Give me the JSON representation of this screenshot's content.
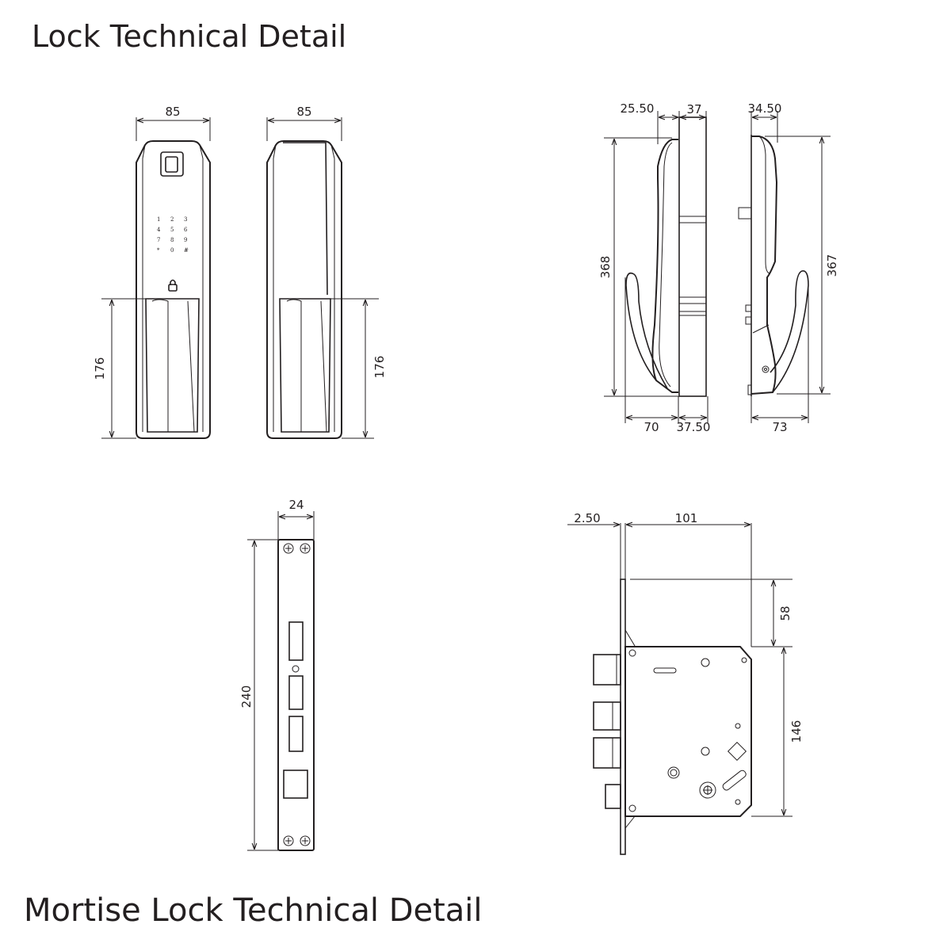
{
  "titles": {
    "lock": "Lock Technical Detail",
    "mortise": "Mortise Lock Technical Detail"
  },
  "front_view": {
    "width": "85",
    "handle_height": "176",
    "keypad": [
      "1",
      "2",
      "3",
      "4",
      "5",
      "6",
      "7",
      "8",
      "9",
      "*",
      "0",
      "#"
    ]
  },
  "back_view": {
    "width": "85",
    "handle_height": "176"
  },
  "side_view_left": {
    "top_offset": "25.50",
    "top_depth": "37",
    "height": "368",
    "bottom_handle": "70",
    "bottom_depth": "37.50"
  },
  "side_view_right": {
    "top_offset": "34.50",
    "height": "367",
    "bottom_width": "73"
  },
  "faceplate": {
    "width": "24",
    "height": "240"
  },
  "mortise_body": {
    "plate_thickness": "2.50",
    "depth": "101",
    "top_offset": "58",
    "case_height": "146"
  }
}
